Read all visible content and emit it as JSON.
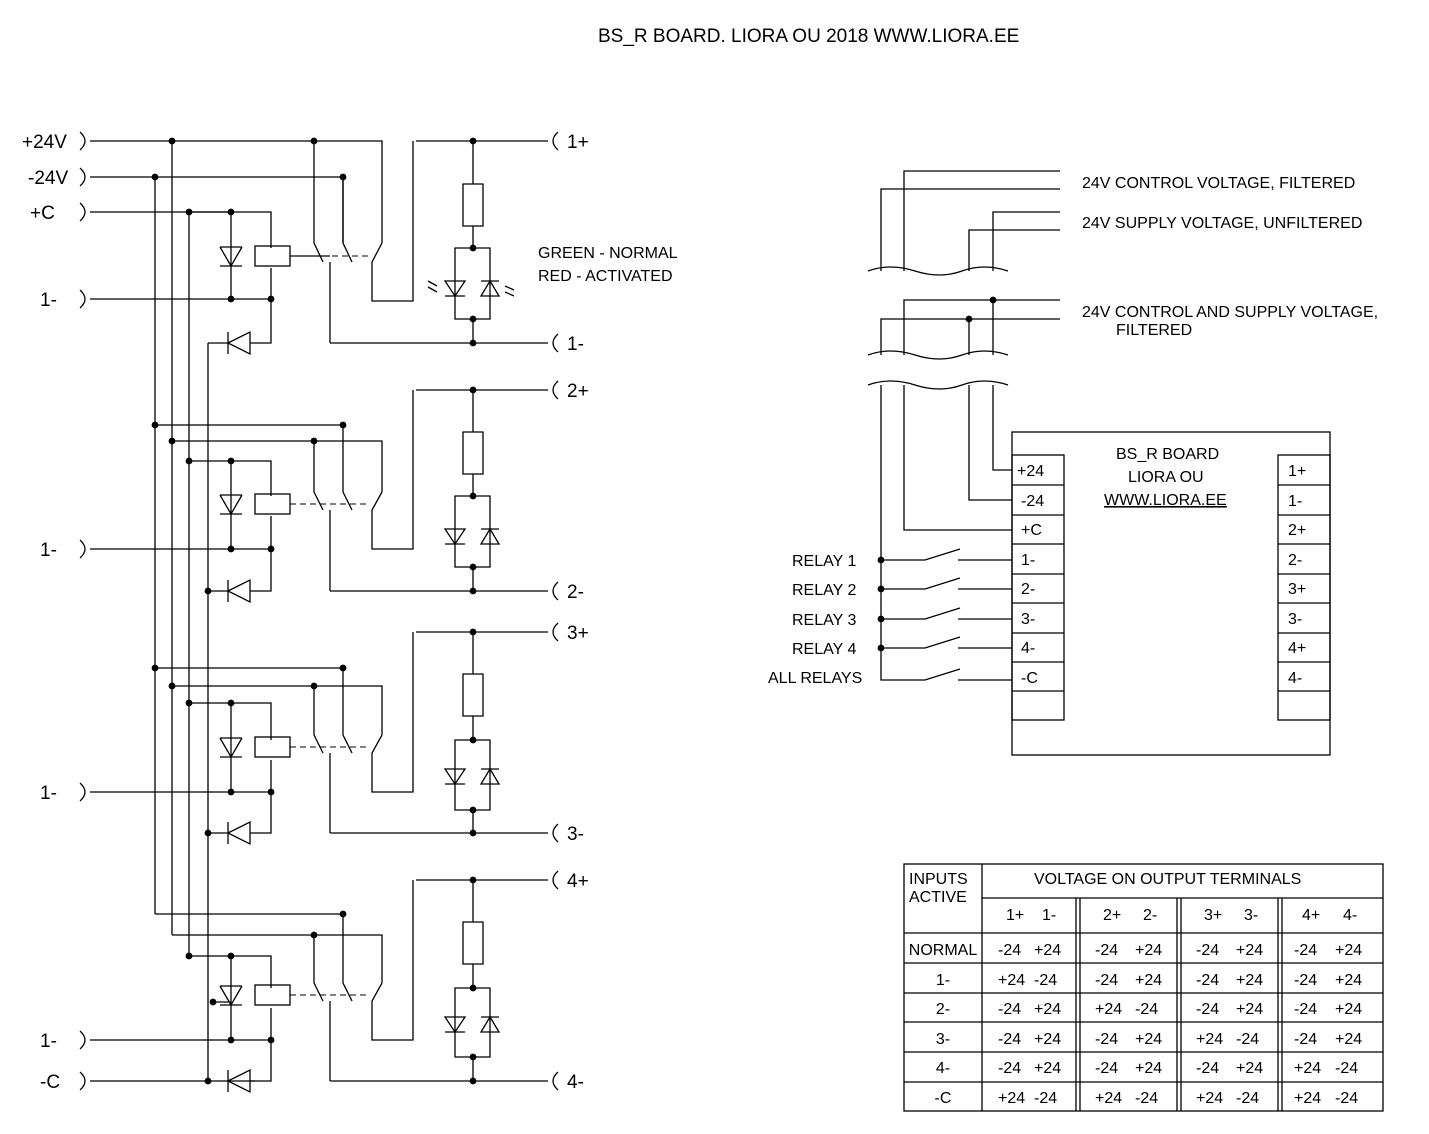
{
  "title": "BS_R  BOARD. LIORA OU  2018   WWW.LIORA.EE",
  "inputs": {
    "plus24": "+24V",
    "minus24": "-24V",
    "plus_c": "+C",
    "relay_neg": "1-",
    "minus_c": "-C"
  },
  "outputs": [
    "1+",
    "1-",
    "2+",
    "2-",
    "3+",
    "3-",
    "4+",
    "4-"
  ],
  "led_legend": {
    "green": "GREEN - NORMAL",
    "red": "RED - ACTIVATED"
  },
  "wiring_notes": {
    "filtered": "24V CONTROL VOLTAGE, FILTERED",
    "unfiltered": "24V SUPPLY VOLTAGE, UNFILTERED",
    "combined_1": "24V CONTROL AND SUPPLY VOLTAGE,",
    "combined_2": "FILTERED"
  },
  "board": {
    "name": "BS_R BOARD",
    "company": "LIORA OU",
    "url": "WWW.LIORA.EE",
    "left_terminals": [
      "+24",
      "-24",
      "+C",
      "1-",
      "2-",
      "3-",
      "4-",
      "-C",
      ""
    ],
    "right_terminals": [
      "1+",
      "1-",
      "2+",
      "2-",
      "3+",
      "3-",
      "4+",
      "4-",
      ""
    ]
  },
  "relay_labels": [
    "RELAY 1",
    "RELAY 2",
    "RELAY 3",
    "RELAY 4",
    "ALL RELAYS"
  ],
  "table": {
    "col_inputs_1": "INPUTS",
    "col_inputs_2": "ACTIVE",
    "header": "VOLTAGE ON OUTPUT TERMINALS",
    "sub_headers": [
      "1+",
      "1-",
      "2+",
      "2-",
      "3+",
      "3-",
      "4+",
      "4-"
    ],
    "rows": [
      {
        "input": "NORMAL",
        "values": [
          "-24",
          "+24",
          "-24",
          "+24",
          "-24",
          "+24",
          "-24",
          "+24"
        ]
      },
      {
        "input": "1-",
        "values": [
          "+24",
          "-24",
          "-24",
          "+24",
          "-24",
          "+24",
          "-24",
          "+24"
        ]
      },
      {
        "input": "2-",
        "values": [
          "-24",
          "+24",
          "+24",
          "-24",
          "-24",
          "+24",
          "-24",
          "+24"
        ]
      },
      {
        "input": "3-",
        "values": [
          "-24",
          "+24",
          "-24",
          "+24",
          "+24",
          "-24",
          "-24",
          "+24"
        ]
      },
      {
        "input": "4-",
        "values": [
          "-24",
          "+24",
          "-24",
          "+24",
          "-24",
          "+24",
          "+24",
          "-24"
        ]
      },
      {
        "input": "-C",
        "values": [
          "+24",
          "-24",
          "+24",
          "-24",
          "+24",
          "-24",
          "+24",
          "-24"
        ]
      }
    ]
  }
}
